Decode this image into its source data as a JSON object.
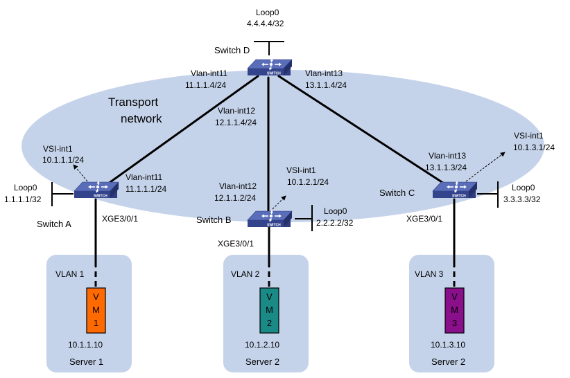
{
  "colors": {
    "cloud": "#C5D3EA",
    "server_box": "#C5D3EA",
    "switch_top": "#4A5BA8",
    "switch_side": "#2E3C80",
    "vm1": "#FF6A00",
    "vm2": "#1A8A86",
    "vm3": "#8A0F8A",
    "link": "#000000"
  },
  "transport": {
    "label_line1": "Transport",
    "label_line2": "network"
  },
  "switch_d": {
    "name": "Switch D",
    "icon_text": "SWITCH",
    "loop_label": "Loop0",
    "loop_ip": "4.4.4.4/32",
    "if_a_label": "Vlan-int11",
    "if_a_ip": "11.1.1.4/24",
    "if_b_label": "Vlan-int12",
    "if_b_ip": "12.1.1.4/24",
    "if_c_label": "Vlan-int13",
    "if_c_ip": "13.1.1.4/24"
  },
  "switch_a": {
    "name": "Switch A",
    "icon_text": "SWITCH",
    "loop_label": "Loop0",
    "loop_ip": "1.1.1.1/32",
    "vsi_label": "VSI-int1",
    "vsi_ip": "10.1.1.1/24",
    "vlan_label": "Vlan-int11",
    "vlan_ip": "11.1.1.1/24",
    "port": "XGE3/0/1"
  },
  "switch_b": {
    "name": "Switch B",
    "icon_text": "SWITCH",
    "loop_label": "Loop0",
    "loop_ip": "2.2.2.2/32",
    "vsi_label": "VSI-int1",
    "vsi_ip": "10.1.2.1/24",
    "vlan_label": "Vlan-int12",
    "vlan_ip": "12.1.1.2/24",
    "port": "XGE3/0/1"
  },
  "switch_c": {
    "name": "Switch C",
    "icon_text": "SWITCH",
    "loop_label": "Loop0",
    "loop_ip": "3.3.3.3/32",
    "vsi_label": "VSI-int1",
    "vsi_ip": "10.1.3.1/24",
    "vlan_label": "Vlan-int13",
    "vlan_ip": "13.1.1.3/24",
    "port": "XGE3/0/1"
  },
  "servers": [
    {
      "vlan": "VLAN 1",
      "vm_chars": [
        "V",
        "M",
        "1"
      ],
      "ip": "10.1.1.10",
      "name": "Server 1"
    },
    {
      "vlan": "VLAN 2",
      "vm_chars": [
        "V",
        "M",
        "2"
      ],
      "ip": "10.1.2.10",
      "name": "Server 2"
    },
    {
      "vlan": "VLAN 3",
      "vm_chars": [
        "V",
        "M",
        "3"
      ],
      "ip": "10.1.3.10",
      "name": "Server 2"
    }
  ]
}
